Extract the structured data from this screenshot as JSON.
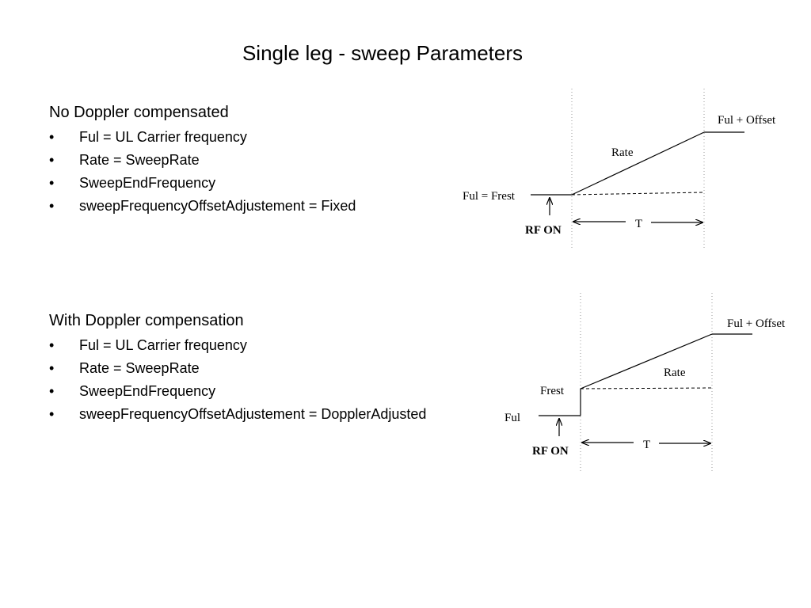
{
  "title": "Single leg - sweep Parameters",
  "sections": [
    {
      "heading": "No Doppler compensated",
      "bullet_char": "•",
      "bullets": [
        "Ful = UL Carrier frequency",
        "Rate = SweepRate",
        "SweepEndFrequency",
        "sweepFrequencyOffsetAdjustement = Fixed"
      ]
    },
    {
      "heading": "With Doppler compensation",
      "bullet_char": "•",
      "bullets": [
        "Ful = UL Carrier frequency",
        "Rate = SweepRate",
        "SweepEndFrequency",
        "sweepFrequencyOffsetAdjustement = DopplerAdjusted"
      ]
    }
  ],
  "diagrams": [
    {
      "start_label": "Ful = Frest",
      "end_label": "Ful + Offset",
      "rate_label": "Rate",
      "rf_on_label": "RF ON",
      "duration_label": "T"
    },
    {
      "start_label": "Ful",
      "step_label": "Frest",
      "end_label": "Ful + Offset",
      "rate_label": "Rate",
      "rf_on_label": "RF ON",
      "duration_label": "T"
    }
  ]
}
